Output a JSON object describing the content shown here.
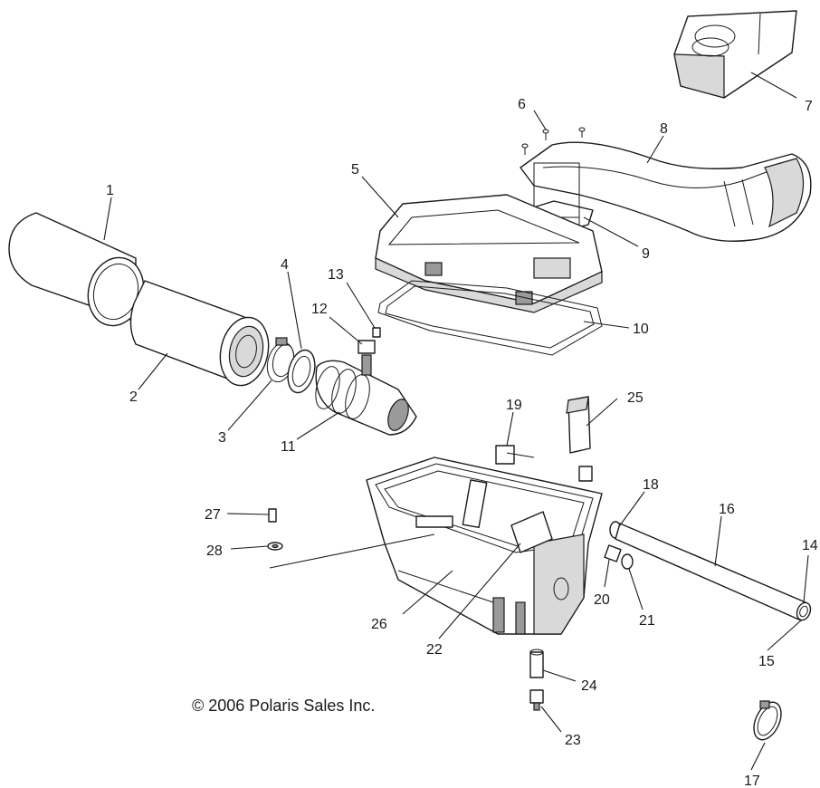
{
  "diagram": {
    "copyright": "© 2006 Polaris Sales Inc.",
    "callouts": {
      "c1": "1",
      "c2": "2",
      "c3": "3",
      "c4": "4",
      "c5": "5",
      "c6": "6",
      "c7": "7",
      "c8": "8",
      "c9": "9",
      "c10": "10",
      "c11": "11",
      "c12": "12",
      "c13": "13",
      "c14": "14",
      "c15": "15",
      "c16": "16",
      "c17": "17",
      "c18": "18",
      "c19": "19",
      "c20": "20",
      "c21": "21",
      "c22": "22",
      "c23": "23",
      "c24": "24",
      "c25": "25",
      "c26": "26",
      "c27": "27",
      "c28": "28"
    }
  }
}
